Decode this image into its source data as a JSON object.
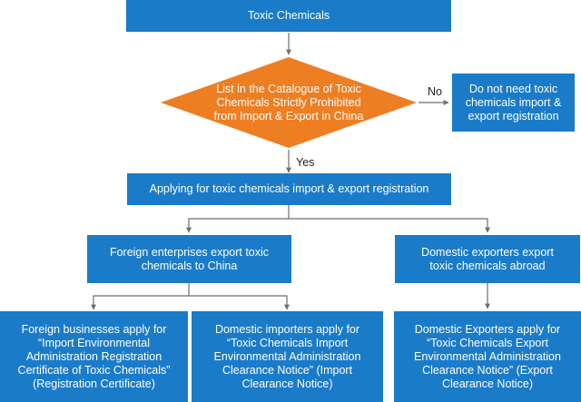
{
  "nodes": {
    "toxic_chemicals": "Toxic Chemicals",
    "decision": "List in the Catalogue of Toxic Chemicals Strictly Prohibited from Import & Export in China",
    "no_registration": "Do not need toxic chemicals import & export registration",
    "applying": "Applying for toxic chemicals import & export registration",
    "foreign_enterprises": "Foreign enterprises export toxic chemicals to China",
    "domestic_exporters": "Domestic exporters export toxic chemicals abroad",
    "foreign_businesses_apply": "Foreign businesses apply for “Import Environmental Administration Registration Certificate of Toxic Chemicals” (Registration Certificate)",
    "domestic_importers_apply": "Domestic importers apply for “Toxic Chemicals Import Environmental Administration Clearance Notice” (Import Clearance Notice)",
    "domestic_exporters_apply": "Domestic Exporters apply for “Toxic Chemicals Export Environmental Administration Clearance Notice” (Export Clearance Notice)"
  },
  "edge_labels": {
    "no": "No",
    "yes": "Yes"
  },
  "colors": {
    "box": "#1a7bc9",
    "decision": "#ee7e22",
    "connector": "#6e6e6e"
  }
}
